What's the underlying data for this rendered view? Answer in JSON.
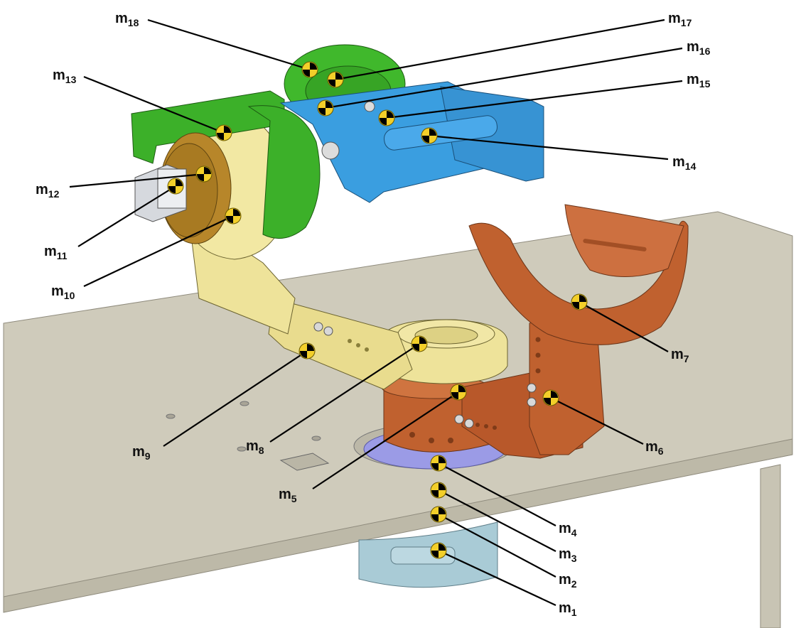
{
  "figure": {
    "description": "CAD assembly of a shoulder exoskeleton mounted on a table with labeled centers of mass",
    "marker_icon": "center-of-mass-icon",
    "colors": {
      "table_top": "#cfcbbb",
      "table_edge": "#b9b5a5",
      "green_part": "#3cb029",
      "blue_part": "#3a9ee0",
      "yellow_part": "#eee39a",
      "bronze_part": "#b7862a",
      "orange_part": "#c0612f",
      "purple_part": "#9b9be6",
      "lightblue_part": "#a9cbd6",
      "motor_gray": "#d6d9de",
      "marker_yellow": "#f3cf2a",
      "marker_black": "#000000"
    }
  },
  "labels": [
    {
      "id": "m1",
      "base": "m",
      "sub": "1"
    },
    {
      "id": "m2",
      "base": "m",
      "sub": "2"
    },
    {
      "id": "m3",
      "base": "m",
      "sub": "3"
    },
    {
      "id": "m4",
      "base": "m",
      "sub": "4"
    },
    {
      "id": "m5",
      "base": "m",
      "sub": "5"
    },
    {
      "id": "m6",
      "base": "m",
      "sub": "6"
    },
    {
      "id": "m7",
      "base": "m",
      "sub": "7"
    },
    {
      "id": "m8",
      "base": "m",
      "sub": "8"
    },
    {
      "id": "m9",
      "base": "m",
      "sub": "9"
    },
    {
      "id": "m10",
      "base": "m",
      "sub": "10"
    },
    {
      "id": "m11",
      "base": "m",
      "sub": "11"
    },
    {
      "id": "m12",
      "base": "m",
      "sub": "12"
    },
    {
      "id": "m13",
      "base": "m",
      "sub": "13"
    },
    {
      "id": "m14",
      "base": "m",
      "sub": "14"
    },
    {
      "id": "m15",
      "base": "m",
      "sub": "15"
    },
    {
      "id": "m16",
      "base": "m",
      "sub": "16"
    },
    {
      "id": "m17",
      "base": "m",
      "sub": "17"
    },
    {
      "id": "m18",
      "base": "m",
      "sub": "18"
    }
  ]
}
